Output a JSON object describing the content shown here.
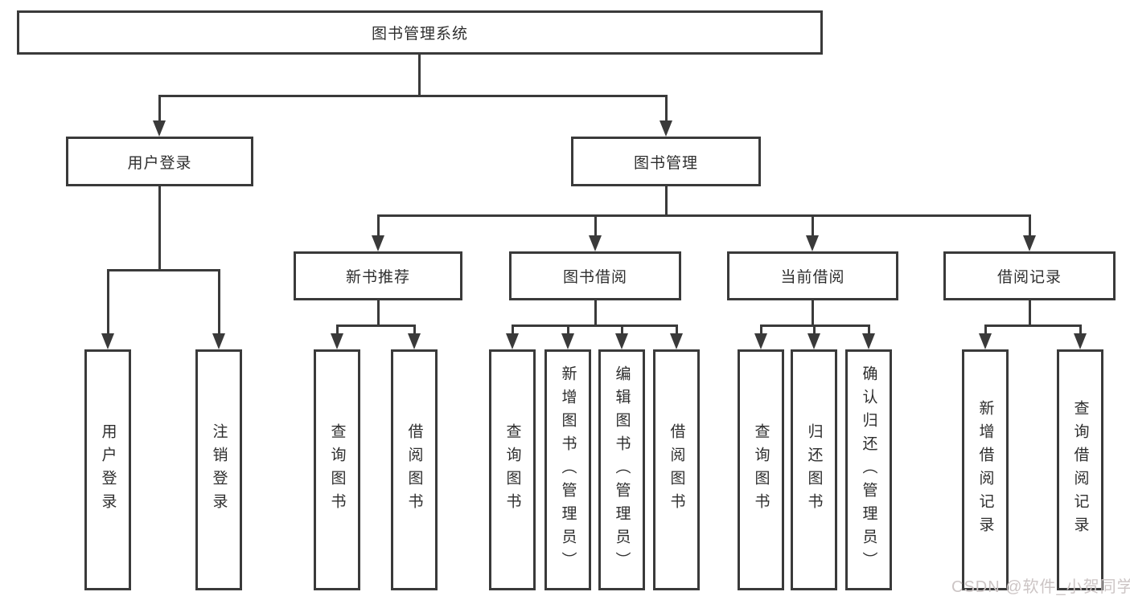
{
  "tree": {
    "root": {
      "label": "图书管理系统"
    },
    "branches": [
      {
        "label": "用户登录",
        "children": [
          {
            "label": "用户登录"
          },
          {
            "label": "注销登录"
          }
        ]
      },
      {
        "label": "图书管理",
        "children": [
          {
            "label": "新书推荐",
            "children": [
              {
                "label": "查询图书"
              },
              {
                "label": "借阅图书"
              }
            ]
          },
          {
            "label": "图书借阅",
            "children": [
              {
                "label": "查询图书"
              },
              {
                "label": "新增图书（管理员）"
              },
              {
                "label": "编辑图书（管理员）"
              },
              {
                "label": "借阅图书"
              }
            ]
          },
          {
            "label": "当前借阅",
            "children": [
              {
                "label": "查询图书"
              },
              {
                "label": "归还图书"
              },
              {
                "label": "确认归还（管理员）"
              }
            ]
          },
          {
            "label": "借阅记录",
            "children": [
              {
                "label": "新增借阅记录"
              },
              {
                "label": "查询借阅记录"
              }
            ]
          }
        ]
      }
    ]
  },
  "watermark": "CSDN @软件_小贺同学",
  "colors": {
    "line": "#3a3a3a",
    "text": "#2e2e2e",
    "background": "#ffffff",
    "watermark_color": "#ccc5c5"
  }
}
